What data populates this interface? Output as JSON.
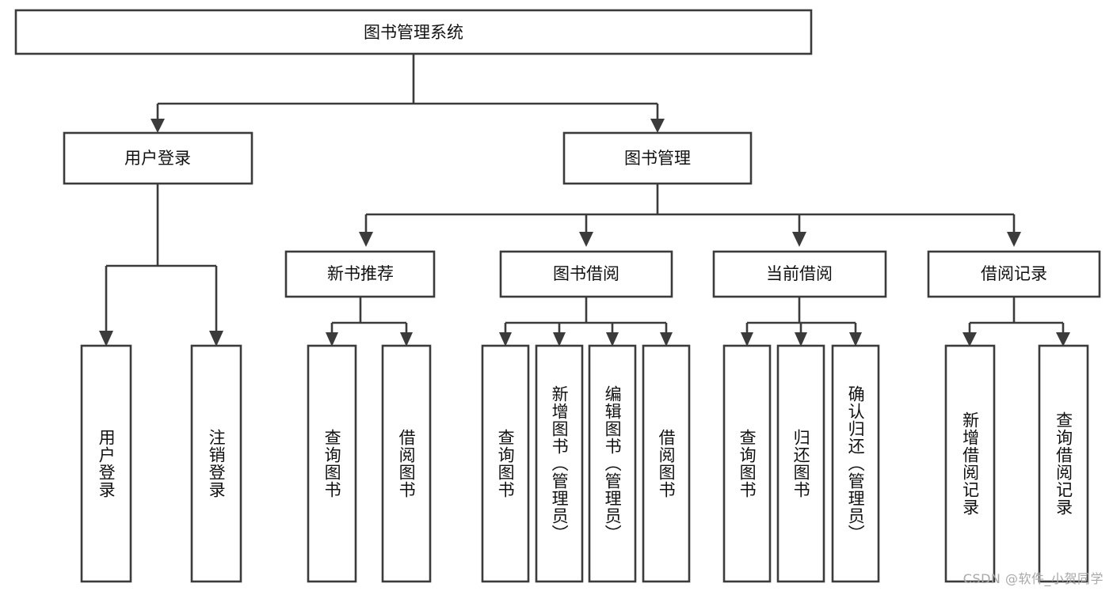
{
  "diagram": {
    "type": "tree",
    "title": "图书管理系统",
    "background_color": "#ffffff",
    "line_color": "#3b3b3b",
    "text_color": "#111111",
    "root": {
      "label": "图书管理系统"
    },
    "level2": [
      {
        "label": "用户登录"
      },
      {
        "label": "图书管理"
      }
    ],
    "level3": [
      {
        "label": "新书推荐"
      },
      {
        "label": "图书借阅"
      },
      {
        "label": "当前借阅"
      },
      {
        "label": "借阅记录"
      }
    ],
    "leaves": {
      "user_login": [
        {
          "label": "用户登录"
        },
        {
          "label": "注销登录"
        }
      ],
      "new_book_recommend": [
        {
          "label": "查询图书"
        },
        {
          "label": "借阅图书"
        }
      ],
      "book_borrow": [
        {
          "label": "查询图书"
        },
        {
          "label": "新增图书（管理员）"
        },
        {
          "label": "编辑图书（管理员）"
        },
        {
          "label": "借阅图书"
        }
      ],
      "current_borrow": [
        {
          "label": "查询图书"
        },
        {
          "label": "归还图书"
        },
        {
          "label": "确认归还（管理员）"
        }
      ],
      "borrow_record": [
        {
          "label": "新增借阅记录"
        },
        {
          "label": "查询借阅记录"
        }
      ]
    }
  },
  "watermark": {
    "text": "CSDN @软件_小贺同学"
  }
}
